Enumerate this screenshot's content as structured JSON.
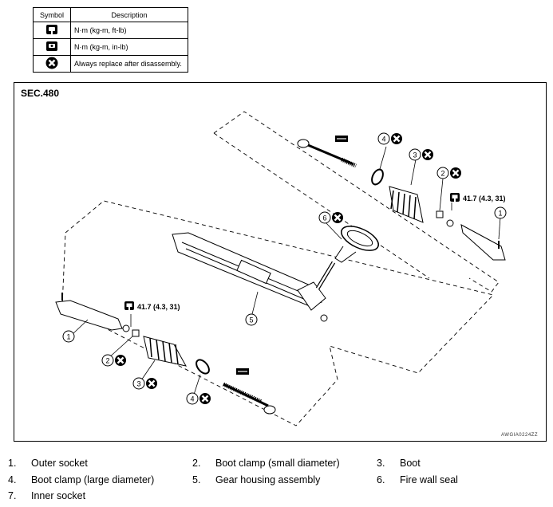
{
  "symbol_table": {
    "headers": {
      "symbol": "Symbol",
      "description": "Description"
    },
    "rows": [
      {
        "icon": "torque-wrench-icon",
        "description": "N·m (kg-m, ft-lb)"
      },
      {
        "icon": "torque-wrench-small-icon",
        "description": "N·m (kg-m, in-lb)"
      },
      {
        "icon": "always-replace-icon",
        "description": "Always replace after disassembly."
      }
    ]
  },
  "diagram": {
    "section": "SEC.480",
    "reference": "AWGIA0224ZZ",
    "torque_upper": "41.7 (4.3, 31)",
    "torque_lower": "41.7 (4.3, 31)",
    "callouts": {
      "c1_right": "1",
      "c2_right": "2",
      "c3_right": "3",
      "c4_right": "4",
      "c5": "5",
      "c6": "6",
      "c1_left": "1",
      "c2_left": "2",
      "c3_left": "3",
      "c4_left": "4"
    }
  },
  "legend": [
    {
      "num": "1.",
      "label": "Outer socket"
    },
    {
      "num": "2.",
      "label": "Boot clamp (small diameter)"
    },
    {
      "num": "3.",
      "label": "Boot"
    },
    {
      "num": "4.",
      "label": "Boot clamp (large diameter)"
    },
    {
      "num": "5.",
      "label": "Gear housing assembly"
    },
    {
      "num": "6.",
      "label": "Fire wall seal"
    },
    {
      "num": "7.",
      "label": "Inner socket"
    }
  ]
}
